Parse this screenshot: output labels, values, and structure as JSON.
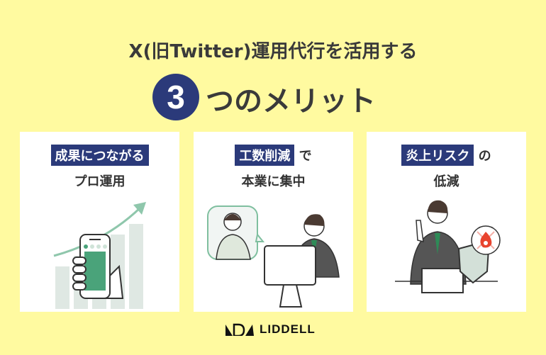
{
  "header": {
    "title_line1": "X(旧Twitter)運用代行を活用する",
    "number": "3",
    "title_line2": "つのメリット",
    "accent_color": "#2b3a7a",
    "background_color": "#fffaa0"
  },
  "cards": [
    {
      "highlight": "成果につながる",
      "suffix": "",
      "subtitle": "プロ運用",
      "illustration": "smartphone-growth-chart-icon"
    },
    {
      "highlight": "工数削減",
      "suffix": "で",
      "subtitle": "本業に集中",
      "illustration": "businessman-computer-video-call-icon"
    },
    {
      "highlight": "炎上リスク",
      "suffix": "の",
      "subtitle": "低減",
      "illustration": "businessman-shield-no-fire-icon"
    }
  ],
  "footer": {
    "logo_text": "LIDDELL"
  }
}
